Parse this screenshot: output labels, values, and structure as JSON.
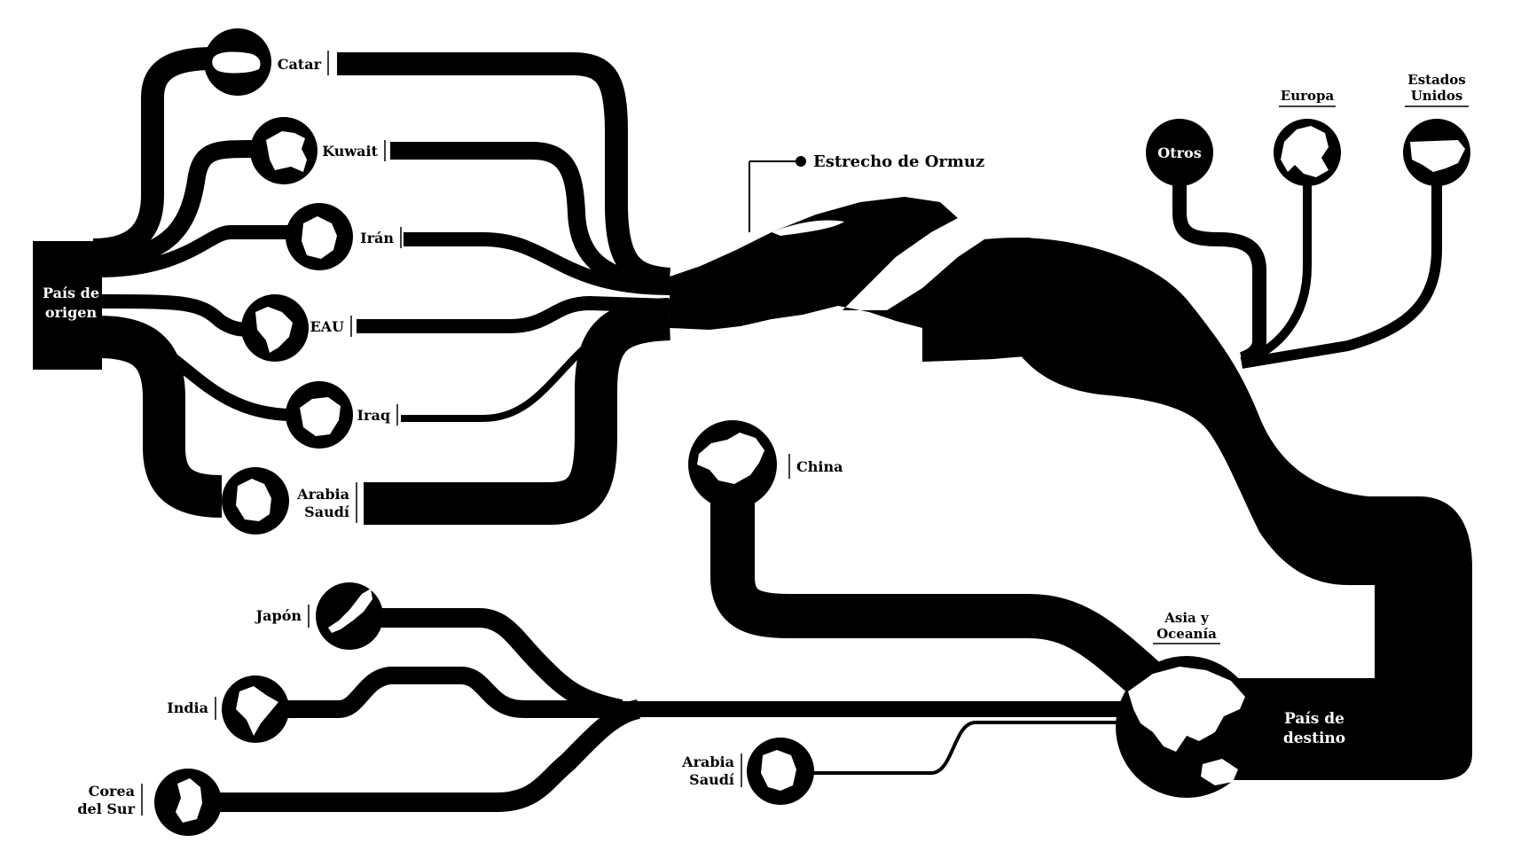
{
  "colors": {
    "ink": "#000000",
    "paper": "#ffffff"
  },
  "nodes": {
    "origin_line1": "País de",
    "origin_line2": "origen",
    "destination_line1": "País de",
    "destination_line2": "destino",
    "strait": "Estrecho de Ormuz"
  },
  "exporters": {
    "catar": "Catar",
    "kuwait": "Kuwait",
    "iran": "Irán",
    "eau": "EAU",
    "iraq": "Iraq",
    "arabia_line1": "Arabia",
    "arabia_line2": "Saudí"
  },
  "destinations": {
    "otros": "Otros",
    "europa": "Europa",
    "eeuu_line1": "Estados",
    "eeuu_line2": "Unidos",
    "asia_line1": "Asia y",
    "asia_line2": "Oceanía",
    "china": "China",
    "japon": "Japón",
    "india": "India",
    "corea_line1": "Corea",
    "corea_line2": "del Sur",
    "arabia_line1": "Arabia",
    "arabia_line2": "Saudí"
  },
  "icons": {
    "country_shapes": "country-silhouette-icon",
    "globe": "globe-icon"
  }
}
